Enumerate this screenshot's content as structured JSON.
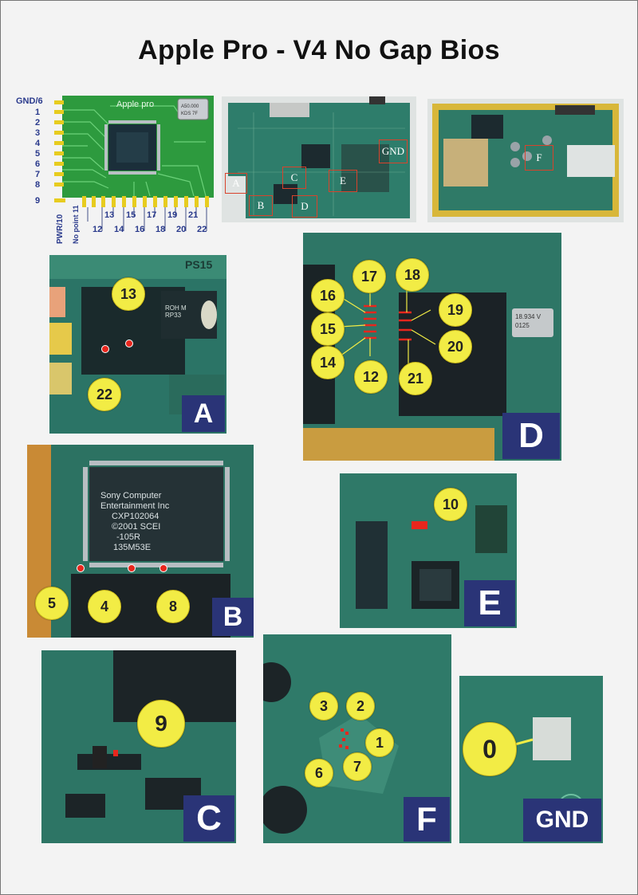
{
  "title": "Apple Pro - V4 No Gap Bios",
  "chip": {
    "brand": "Apple pro",
    "crystal": "A50.000 KDS 7F",
    "left_labels": [
      "GND/6",
      "1",
      "2",
      "3",
      "4",
      "5",
      "6",
      "7",
      "8",
      "9"
    ],
    "bottom_labels_upper": [
      "13",
      "15",
      "17",
      "19",
      "21"
    ],
    "bottom_labels_lower": [
      "12",
      "14",
      "16",
      "18",
      "20",
      "22"
    ],
    "rotated_labels": [
      "PWR/10",
      "No point 11"
    ]
  },
  "board_front": {
    "regions": [
      "A",
      "B",
      "C",
      "D",
      "E",
      "GND"
    ]
  },
  "board_back": {
    "regions": [
      "F"
    ]
  },
  "panels": {
    "A": {
      "label": "A",
      "chip_text": "PS15",
      "component_text": "ROH M RP33",
      "points": [
        "13",
        "22"
      ]
    },
    "D": {
      "label": "D",
      "points": [
        "17",
        "18",
        "16",
        "19",
        "15",
        "20",
        "14",
        "12",
        "21"
      ],
      "crystal": "18.934 V 0125"
    },
    "B": {
      "label": "B",
      "chip_text": [
        "Sony Computer",
        "Entertainment Inc",
        "CXP102064",
        "©2001 SCEI",
        "-105R",
        "135M53E"
      ],
      "points": [
        "5",
        "4",
        "8"
      ]
    },
    "E": {
      "label": "E",
      "points": [
        "10"
      ]
    },
    "C": {
      "label": "C",
      "points": [
        "9"
      ]
    },
    "F": {
      "label": "F",
      "points": [
        "3",
        "2",
        "1",
        "6",
        "7"
      ]
    },
    "GND": {
      "label": "GND",
      "points": [
        "0"
      ]
    }
  },
  "colors": {
    "badge": "#2a3477",
    "marker": "#f2ec45",
    "pad": "#e8261d",
    "pcb": "#26705f",
    "pin_label": "#2a3a8c"
  }
}
